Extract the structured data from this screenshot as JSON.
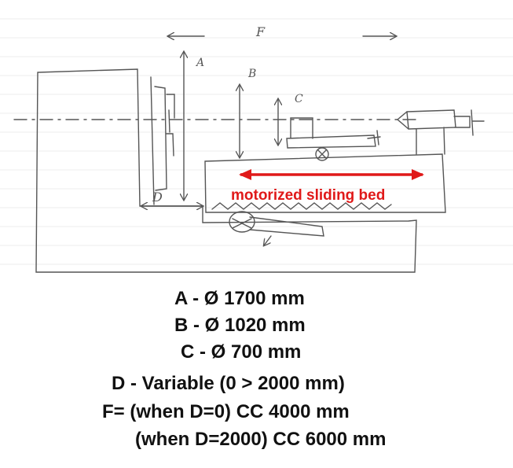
{
  "sketch": {
    "labels": {
      "A": "A",
      "B": "B",
      "C": "C",
      "D": "D",
      "F": "F"
    },
    "bed_label": "motorized sliding bed",
    "colors": {
      "pencil": "#555555",
      "paper_lines": "#ececec",
      "accent": "#e01919",
      "text": "#111111"
    }
  },
  "specs": [
    "A - Ø 1700 mm",
    "B - Ø 1020 mm",
    "C - Ø 700 mm",
    "D - Variable (0 > 2000 mm)",
    "F= (when D=0) CC 4000 mm",
    "(when D=2000) CC 6000 mm"
  ]
}
